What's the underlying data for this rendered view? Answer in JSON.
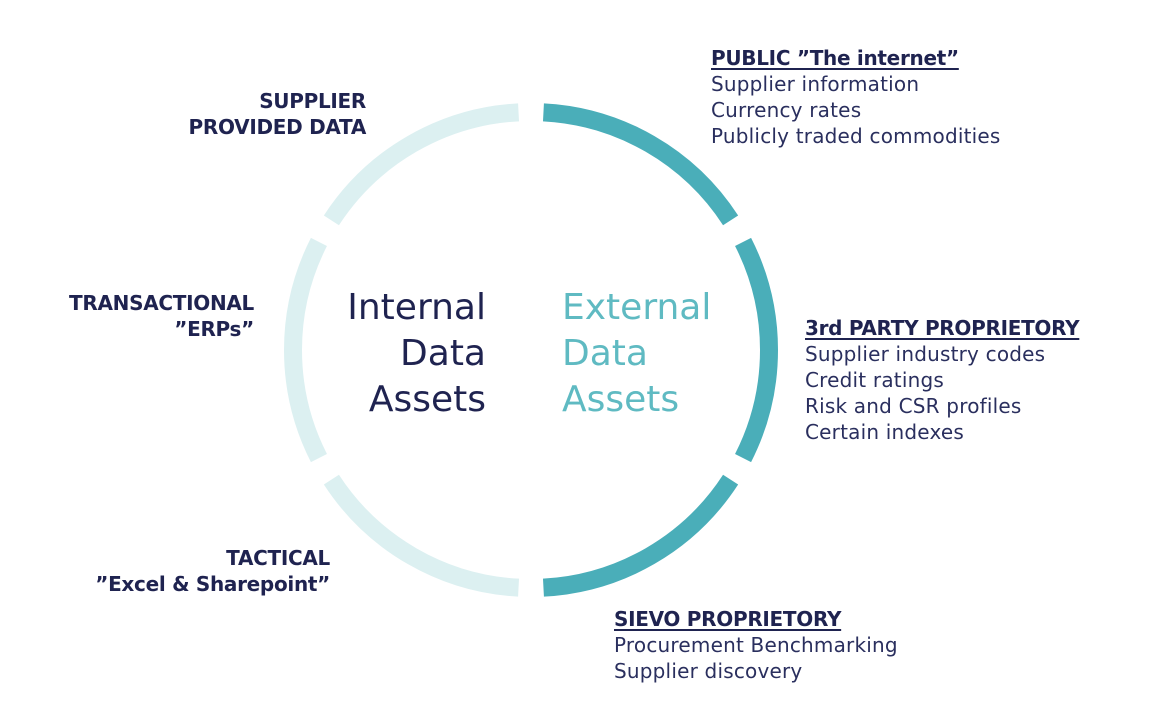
{
  "colors": {
    "internal_segment": "#dcf0f1",
    "external_segment": "#4aaeb9",
    "dark_text": "#1f2350",
    "accent_text": "#5fbac2"
  },
  "center": {
    "internal": [
      "Internal",
      "Data",
      "Assets"
    ],
    "external": [
      "External",
      "Data",
      "Assets"
    ]
  },
  "internal_sources": [
    {
      "title_lines": [
        "SUPPLIER",
        "PROVIDED DATA"
      ]
    },
    {
      "title_lines": [
        "TRANSACTIONAL",
        "”ERPs”"
      ]
    },
    {
      "title_lines": [
        "TACTICAL",
        "”Excel & Sharepoint”"
      ]
    }
  ],
  "external_sources": [
    {
      "title": "PUBLIC ”The internet”",
      "items": [
        "Supplier information",
        "Currency rates",
        "Publicly traded commodities"
      ]
    },
    {
      "title": "3rd PARTY PROPRIETORY",
      "items": [
        "Supplier industry codes",
        "Credit ratings",
        "Risk and CSR profiles",
        "Certain indexes"
      ]
    },
    {
      "title": "SIEVO PROPRIETORY",
      "items": [
        "Procurement Benchmarking",
        "Supplier discovery"
      ]
    }
  ]
}
